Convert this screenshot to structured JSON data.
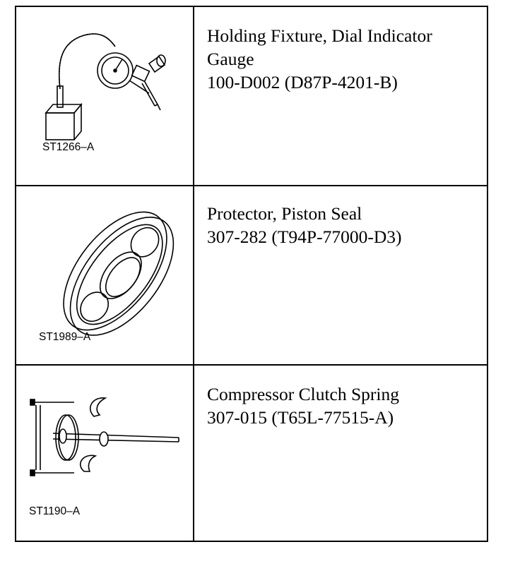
{
  "tools": [
    {
      "icon": "dial-indicator-holding-fixture",
      "code": "ST1266–A",
      "name_line1": "Holding Fixture, Dial Indicator",
      "name_line2": "Gauge",
      "number": "100-D002 (D87P-4201-B)"
    },
    {
      "icon": "piston-seal-protector",
      "code": "ST1989–A",
      "name_line1": "Protector, Piston Seal",
      "number": "307-282 (T94P-77000-D3)"
    },
    {
      "icon": "compressor-clutch-spring-tool",
      "code": "ST1190–A",
      "name_line1": "Compressor Clutch Spring",
      "number": "307-015 (T65L-77515-A)"
    }
  ]
}
